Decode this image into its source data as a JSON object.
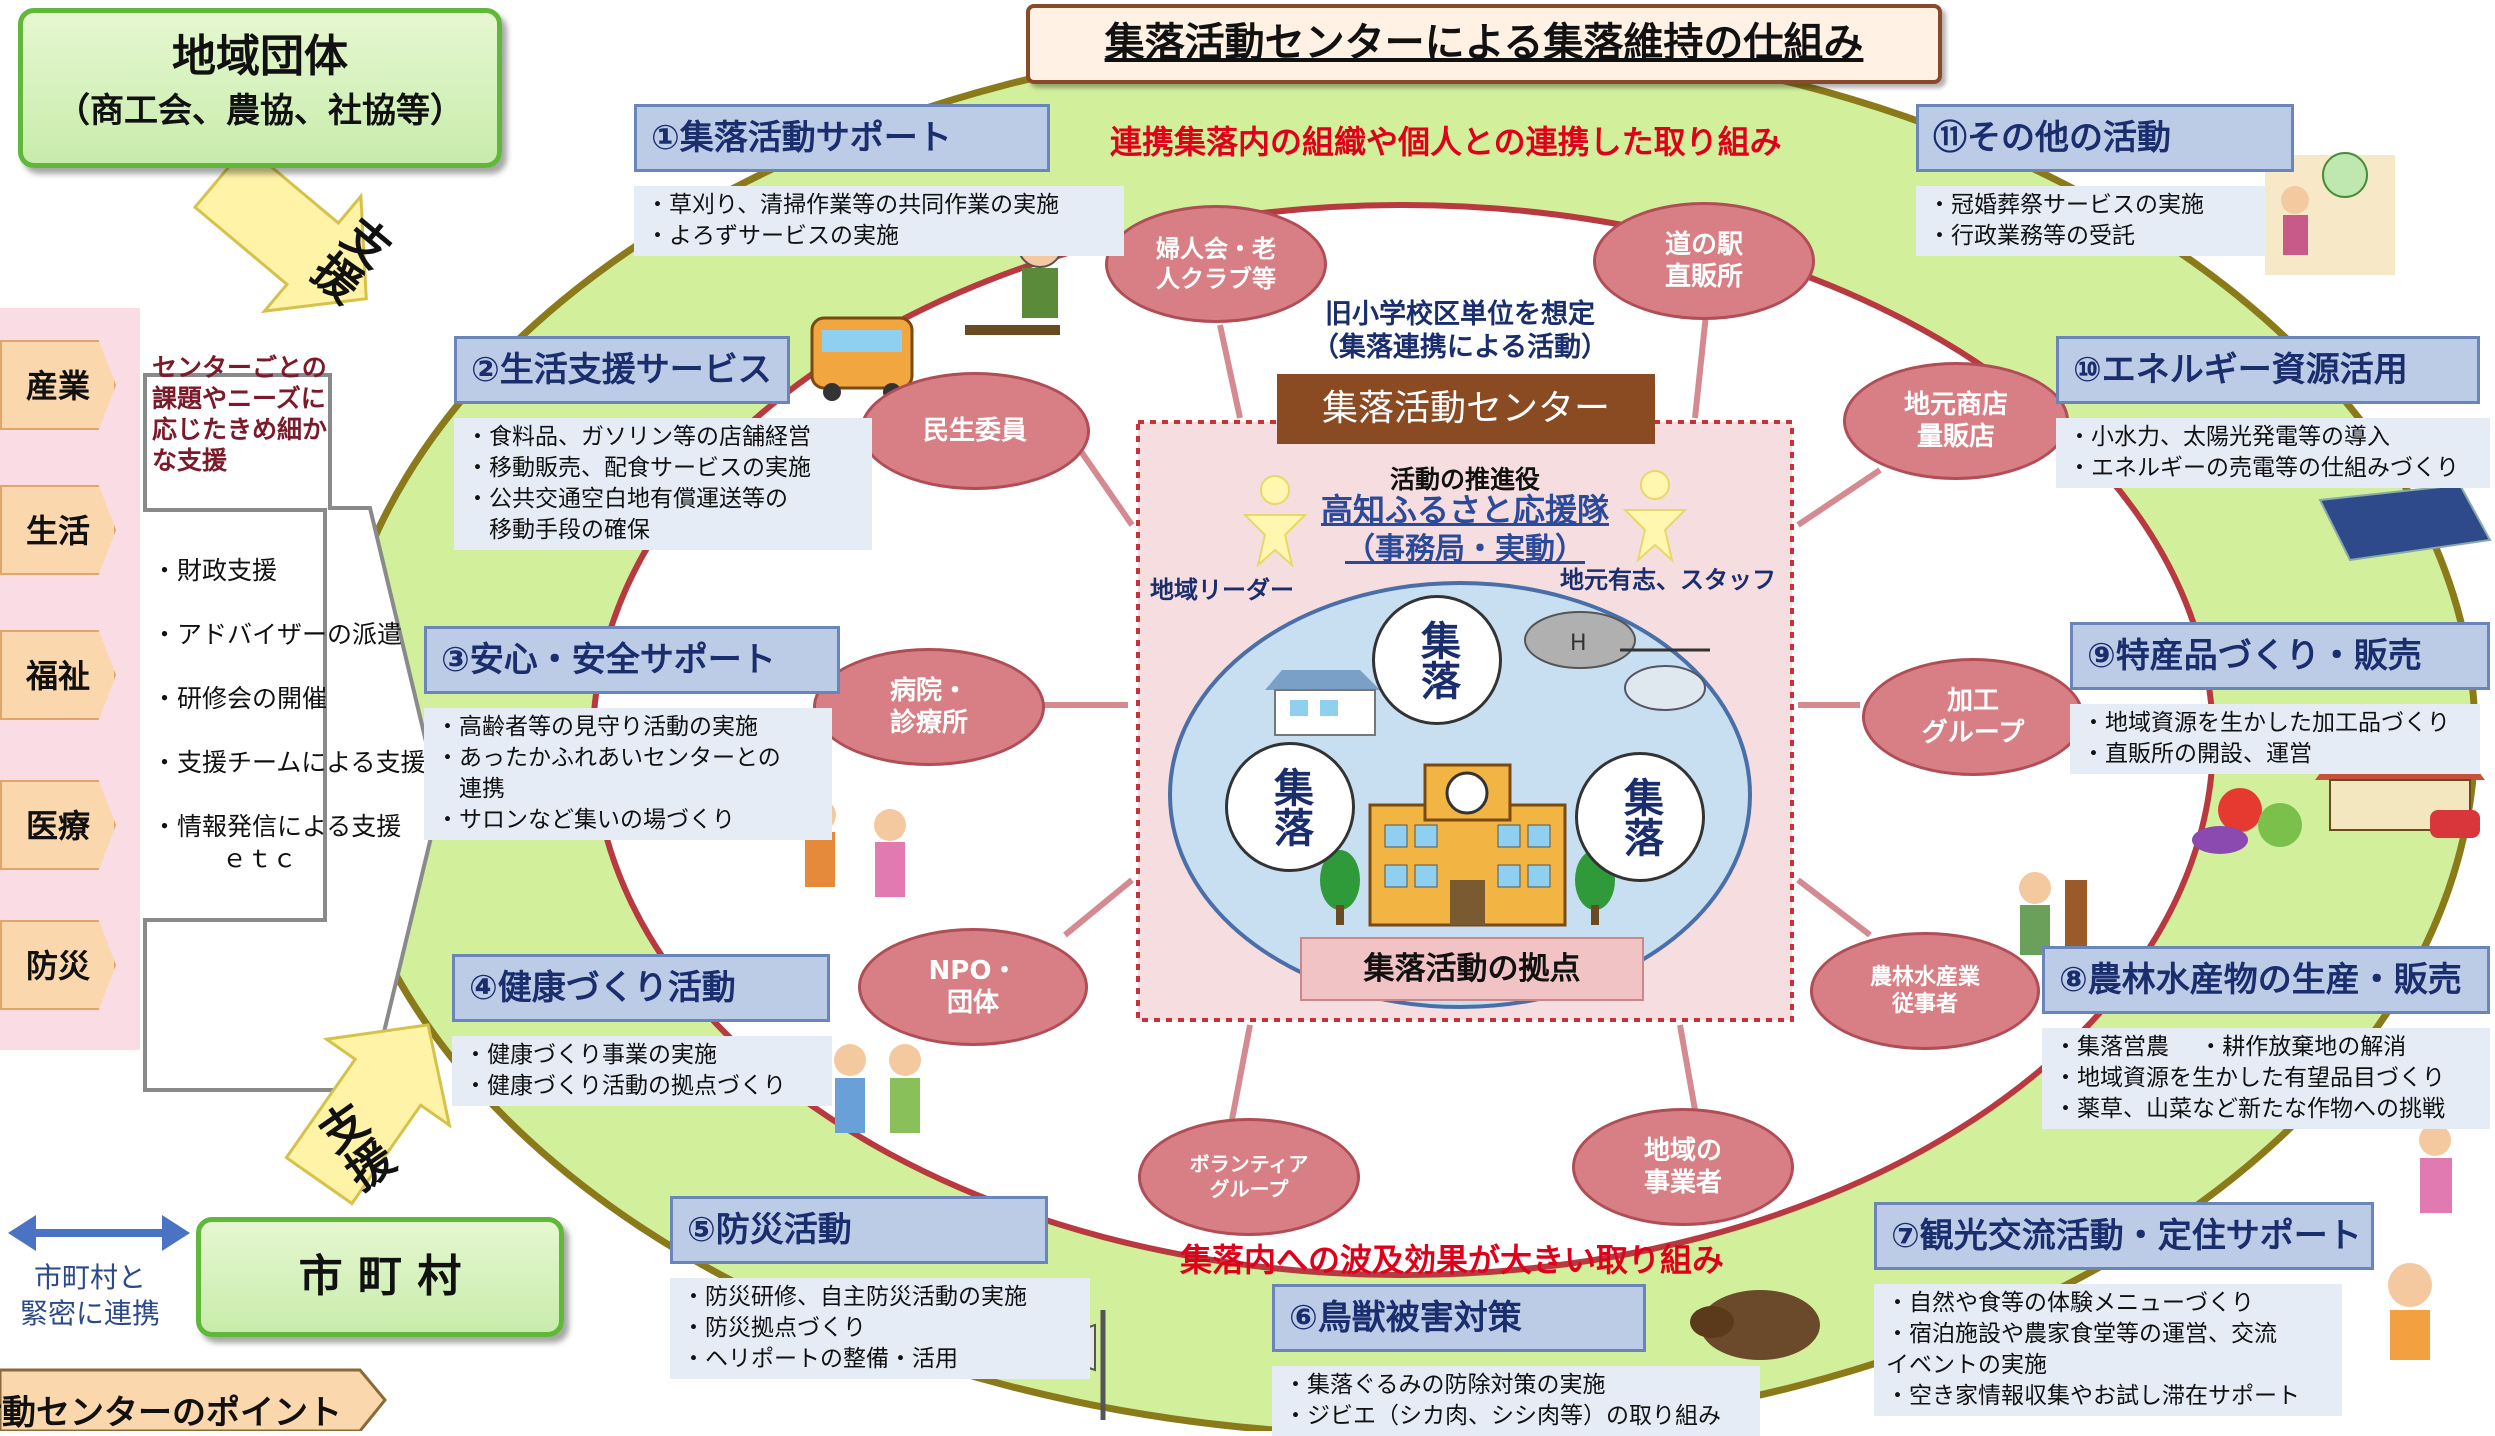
{
  "title": "集落活動センターによる集落維持の仕組み",
  "left": {
    "org_title": "地域団体",
    "org_sub": "（商工会、農協、社協等）",
    "support_top": "支援",
    "support_bottom": "支援",
    "categories": [
      "産業",
      "生活",
      "福祉",
      "医療",
      "防災"
    ],
    "red_note_lines": [
      "センターごとの",
      "課題やニーズに",
      "応じたきめ細か",
      "な支援"
    ],
    "support_list": [
      "・財政支援",
      "・アドバイザーの派遣",
      "・研修会の開催",
      "・支援チームによる支援",
      "・情報発信による支援"
    ],
    "etc": "ｅｔｃ",
    "municipality": "市 町 村",
    "collab_lines": [
      "市町村と",
      "緊密に連携"
    ],
    "point_label": "活動センターのポイント"
  },
  "top_red_text": "連携集落内の組織や個人との連携した取り組み",
  "bottom_red_text": "集落内への波及効果が大きい取り組み",
  "center": {
    "assumption_lines": [
      "旧小学校区単位を想定",
      "（集落連携による活動）"
    ],
    "center_name": "集落活動センター",
    "promoter_label": "活動の推進役",
    "team_line1": "高知ふるさと応援隊",
    "team_line2": "（事務局・実動）",
    "leader_label": "地域リーダー",
    "staff_label": "地元有志、スタッフ",
    "village_label": "集落",
    "base_label": "集落活動の拠点"
  },
  "partners": [
    {
      "id": "womens",
      "text": "婦人会・老\n人クラブ等"
    },
    {
      "id": "michinoeki",
      "text": "道の駅\n直販所"
    },
    {
      "id": "minsei",
      "text": "民生委員"
    },
    {
      "id": "shops",
      "text": "地元商店\n量販店"
    },
    {
      "id": "hospital",
      "text": "病院・\n診療所"
    },
    {
      "id": "kako",
      "text": "加工\nグループ"
    },
    {
      "id": "npo",
      "text": "NPO・\n団体"
    },
    {
      "id": "agri",
      "text": "農林水産業\n従事者"
    },
    {
      "id": "volunteer",
      "text": "ボランティア\nグループ"
    },
    {
      "id": "business",
      "text": "地域の\n事業者"
    }
  ],
  "activities": [
    {
      "id": "a1",
      "title": "①集落活動サポート",
      "items": [
        "・草刈り、清掃作業等の共同作業の実施",
        "・よろずサービスの実施"
      ]
    },
    {
      "id": "a2",
      "title": "②生活支援サービス",
      "items": [
        "・食料品、ガソリン等の店舗経営",
        "・移動販売、配食サービスの実施",
        "・公共交通空白地有償運送等の",
        "　移動手段の確保"
      ]
    },
    {
      "id": "a3",
      "title": "③安心・安全サポート",
      "items": [
        "・高齢者等の見守り活動の実施",
        "・あったかふれあいセンターとの",
        "　連携",
        "・サロンなど集いの場づくり"
      ]
    },
    {
      "id": "a4",
      "title": "④健康づくり活動",
      "items": [
        "・健康づくり事業の実施",
        "・健康づくり活動の拠点づくり"
      ]
    },
    {
      "id": "a5",
      "title": "⑤防災活動",
      "items": [
        "・防災研修、自主防災活動の実施",
        "・防災拠点づくり",
        "・ヘリポートの整備・活用"
      ]
    },
    {
      "id": "a6",
      "title": "⑥鳥獣被害対策",
      "items": [
        "・集落ぐるみの防除対策の実施",
        "・ジビエ（シカ肉、シシ肉等）の取り組み"
      ]
    },
    {
      "id": "a7",
      "title": "⑦観光交流活動・定住サポート",
      "items": [
        "・自然や食等の体験メニューづくり",
        "・宿泊施設や農家食堂等の運営、交流",
        "イベントの実施",
        "・空き家情報収集やお試し滞在サポート"
      ]
    },
    {
      "id": "a8",
      "title": "⑧農林水産物の生産・販売",
      "items": [
        "・集落営農　 ・耕作放棄地の解消",
        "・地域資源を生かした有望品目づくり",
        "・薬草、山菜など新たな作物への挑戦"
      ]
    },
    {
      "id": "a9",
      "title": "⑨特産品づくり・販売",
      "items": [
        "・地域資源を生かした加工品づくり",
        "・直販所の開設、運営"
      ]
    },
    {
      "id": "a10",
      "title": "⑩エネルギー資源活用",
      "items": [
        "・小水力、太陽光発電等の導入",
        "・エネルギーの売電等の仕組みづくり"
      ]
    },
    {
      "id": "a11",
      "title": "⑪その他の活動",
      "items": [
        "・冠婚葬祭サービスの実施",
        "・行政業務等の受託"
      ]
    }
  ],
  "colors": {
    "ring": "#d2ef9c",
    "ring_border": "#8a7a1a",
    "partner": "#d77f84",
    "head": "#bccbe6",
    "red": "#e0001a",
    "navy": "#1a2e6e"
  }
}
